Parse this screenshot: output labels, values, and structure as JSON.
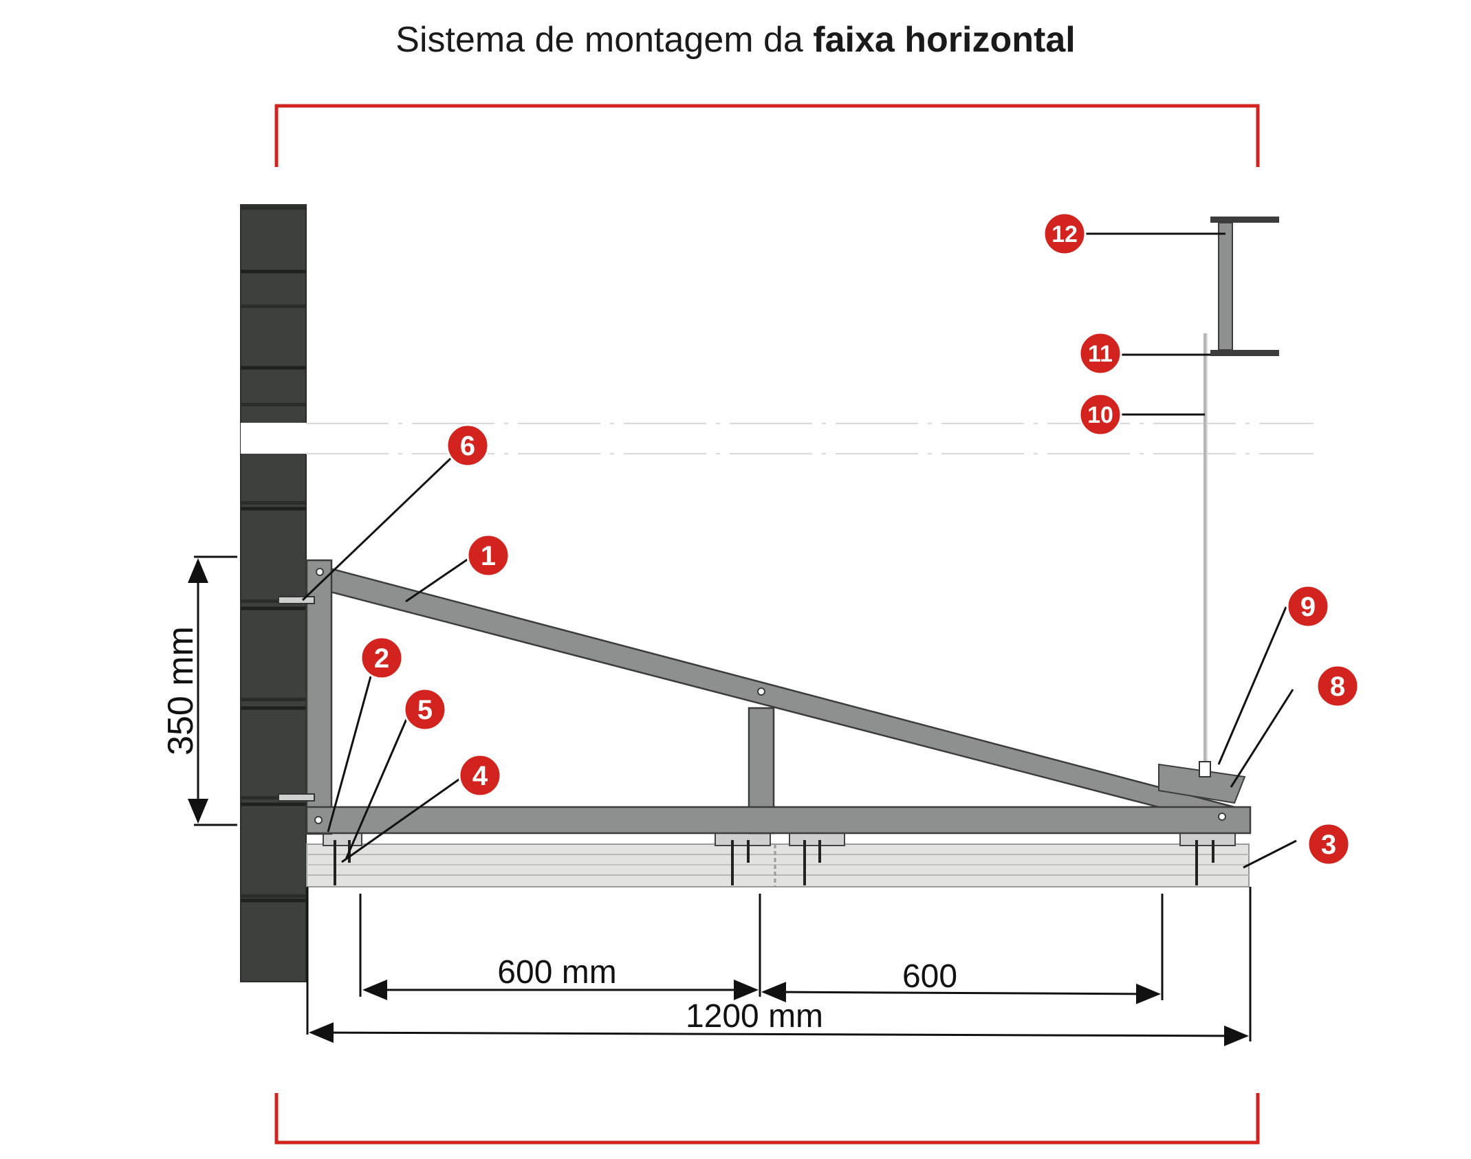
{
  "title": {
    "prefix": "Sistema de montagem da ",
    "bold": "faixa horizontal"
  },
  "colors": {
    "accent_red": "#d2231e",
    "beam_gray": "#8e908f",
    "beam_outline": "#3c3c3c",
    "wall_dark": "#3d403c",
    "panel_light": "#e2e2e0"
  },
  "dimensions": {
    "height": "350 mm",
    "left_span": "600 mm",
    "right_span": "600",
    "total": "1200 mm"
  },
  "callouts": [
    "1",
    "2",
    "3",
    "4",
    "5",
    "6",
    "8",
    "9",
    "10",
    "11",
    "12"
  ],
  "icons": {
    "callout_marker": "numbered-red-circle",
    "beam_profile": "i-beam"
  }
}
